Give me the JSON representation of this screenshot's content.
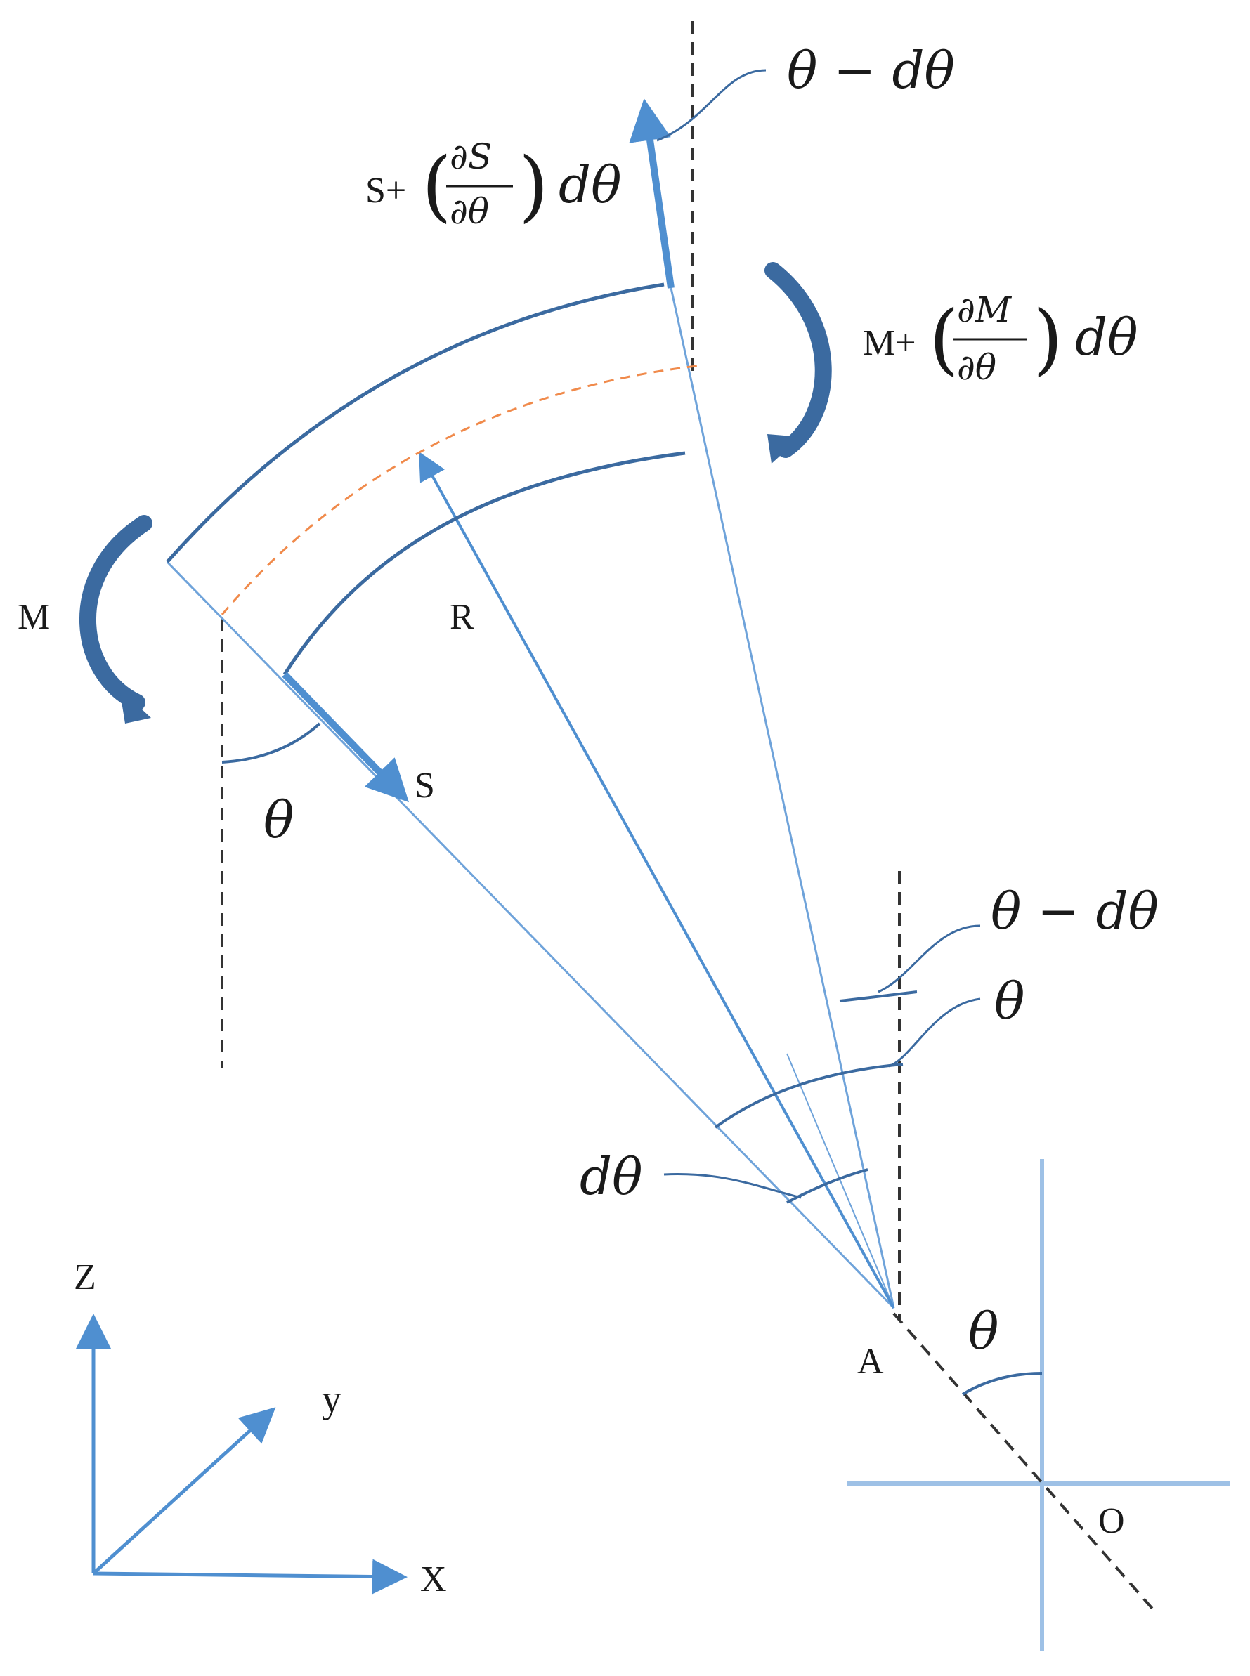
{
  "colors": {
    "beam": "#3b6aa0",
    "arrow": "#4f8fd0",
    "light_line": "#6fa3da",
    "axis_light": "#9ec1e6",
    "dashed": "#333333",
    "neutral_axis": "#f08a4b",
    "text": "#1a1a1a"
  },
  "labels": {
    "theta_minus_dtheta_top": "θ − dθ",
    "shear_end_prefix": "S+",
    "shear_end_frac_num": "∂S",
    "shear_end_frac_den": "∂θ",
    "shear_end_suffix": "dθ",
    "moment_end_prefix": "M+",
    "moment_end_frac_num": "∂M",
    "moment_end_frac_den": "∂θ",
    "moment_end_suffix": "dθ",
    "moment_start": "M",
    "radius": "R",
    "shear_start": "S",
    "theta_left": "θ",
    "theta_minus_dtheta_right": "θ − dθ",
    "theta_right": "θ",
    "dtheta": "dθ",
    "point_a": "A",
    "theta_bottom": "θ",
    "point_o": "O",
    "axis_z": "Z",
    "axis_y": "y",
    "axis_x": "X"
  },
  "icons": {
    "moment_start_arrow": "curved-moment-arrow-icon",
    "moment_end_arrow": "curved-moment-arrow-icon"
  }
}
